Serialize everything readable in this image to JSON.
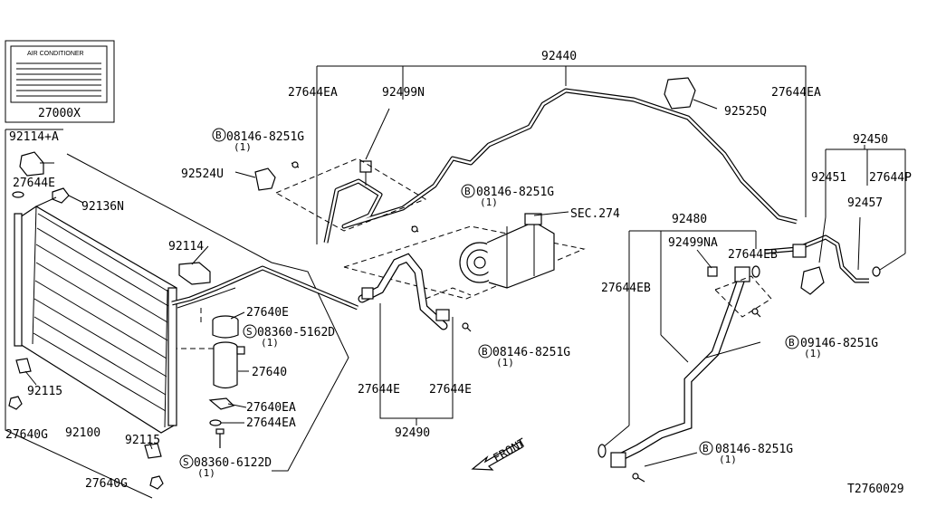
{
  "label_box": {
    "title": "AIR CONDITIONER",
    "part_number": "27000X"
  },
  "labels": {
    "p92440": "92440",
    "p27644EA_left": "27644EA",
    "p92499N": "92499N",
    "p27644EA_right": "27644EA",
    "p92525Q": "92525Q",
    "p92114A": "92114+A",
    "p27644E_top": "27644E",
    "p92136N": "92136N",
    "bolt_08146_1": "08146-8251G",
    "qty_1a": "(1)",
    "p92524U": "92524U",
    "bolt_08146_2": "08146-8251G",
    "qty_1b": "(1)",
    "sec274": "SEC.274",
    "p92114": "92114",
    "p27640E": "27640E",
    "screw_08360_1": "08360-5162D",
    "qty_1c": "(1)",
    "p27640": "27640",
    "p27640EA": "27640EA",
    "p27644EA_bottom": "27644EA",
    "screw_08360_2": "08360-6122D",
    "qty_1d": "(1)",
    "p92115_a": "92115",
    "p92115_b": "92115",
    "p27640G_a": "27640G",
    "p27640G_b": "27640G",
    "p92100": "92100",
    "p27644E_mid_a": "27644E",
    "p27644E_mid_b": "27644E",
    "p92490": "92490",
    "bolt_08146_3": "08146-8251G",
    "qty_1e": "(1)",
    "front": "FRONT",
    "p92480": "92480",
    "p92499NA": "92499NA",
    "p27644EB_a": "27644EB",
    "p27644EB_b": "27644EB",
    "bolt_09146": "09146-8251G",
    "qty_1f": "(1)",
    "bolt_08146_4": "08146-8251G",
    "qty_1g": "(1)",
    "p92450": "92450",
    "p92451": "92451",
    "p27644P": "27644P",
    "p92457": "92457",
    "diagram_code": "T2760029"
  },
  "symbols": {
    "bolt_marker": "B",
    "screw_marker": "S"
  }
}
